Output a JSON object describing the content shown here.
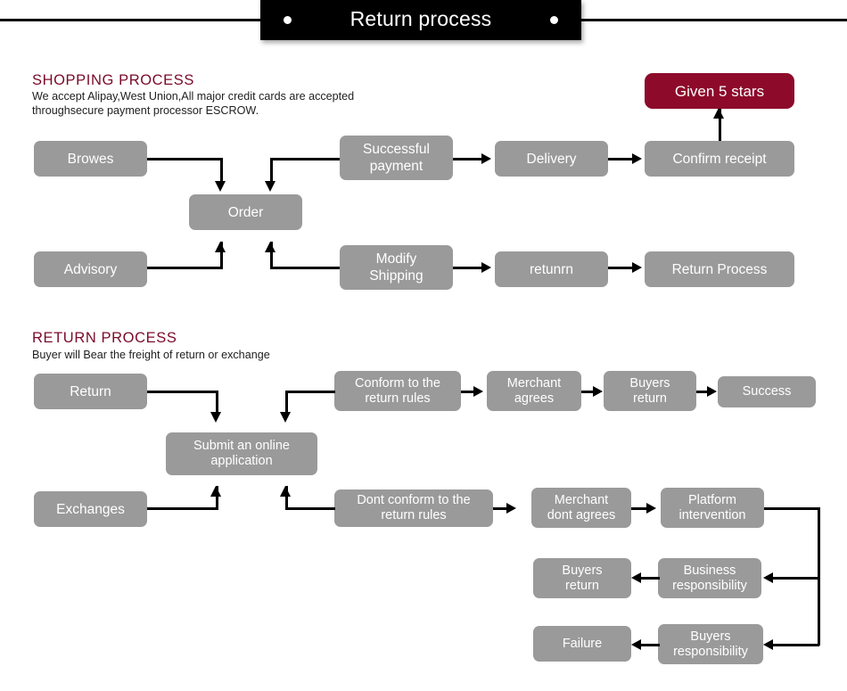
{
  "header": {
    "title": "Return process",
    "dot_left": "bullet-dot",
    "dot_right": "bullet-dot"
  },
  "shopping_section": {
    "heading": "SHOPPING PROCESS",
    "description": "We accept Alipay,West Union,All major credit cards are accepted\nthroughsecure payment processor ESCROW.",
    "accent_color": "#8d0a2a",
    "node_color": "#9a9a9a",
    "nodes": {
      "browes": "Browes",
      "order": "Order",
      "advisory": "Advisory",
      "successful_payment": "Successful\npayment",
      "delivery": "Delivery",
      "confirm_receipt": "Confirm receipt",
      "given_5_stars": "Given 5 stars",
      "modify_shipping": "Modify\nShipping",
      "retunrn": "retunrn",
      "return_process": "Return Process"
    }
  },
  "return_section": {
    "heading": "RETURN PROCESS",
    "description": "Buyer will Bear the freight of return or exchange",
    "nodes": {
      "return": "Return",
      "submit_application": "Submit an online\napplication",
      "exchanges": "Exchanges",
      "conform_rules": "Conform to the\nreturn rules",
      "merchant_agrees": "Merchant\nagrees",
      "buyers_return_top": "Buyers\nreturn",
      "success": "Success",
      "dont_conform_rules": "Dont conform to the\nreturn rules",
      "merchant_dont_agrees": "Merchant\ndont agrees",
      "platform_intervention": "Platform\nintervention",
      "business_responsibility": "Business\nresponsibility",
      "buyers_return_bottom": "Buyers\nreturn",
      "buyers_responsibility": "Buyers\nresponsibility",
      "failure": "Failure"
    }
  }
}
